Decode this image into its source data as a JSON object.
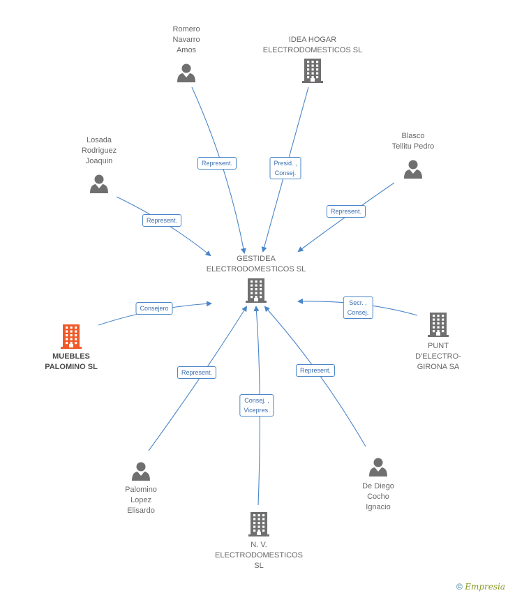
{
  "diagram": {
    "center": {
      "lines": [
        "GESTIDEA",
        "ELECTRODOMESTICOS SL"
      ],
      "icon": "building-icon"
    },
    "nodes": [
      {
        "id": "romero",
        "lines": [
          "Romero",
          "Navarro",
          "Amos"
        ],
        "icon": "person-icon"
      },
      {
        "id": "idea-hogar",
        "lines": [
          "IDEA HOGAR",
          "ELECTRODOMESTICOS SL"
        ],
        "icon": "building-icon"
      },
      {
        "id": "losada",
        "lines": [
          "Losada",
          "Rodriguez",
          "Joaquin"
        ],
        "icon": "person-icon"
      },
      {
        "id": "blasco",
        "lines": [
          "Blasco",
          "Tellitu Pedro"
        ],
        "icon": "person-icon"
      },
      {
        "id": "muebles",
        "lines": [
          "MUEBLES",
          "PALOMINO SL"
        ],
        "icon": "building-icon",
        "highlight": true
      },
      {
        "id": "punt",
        "lines": [
          "PUNT",
          "D'ELECTRO-",
          "GIRONA SA"
        ],
        "icon": "building-icon"
      },
      {
        "id": "palomino",
        "lines": [
          "Palomino",
          "Lopez",
          "Elisardo"
        ],
        "icon": "person-icon"
      },
      {
        "id": "nv",
        "lines": [
          "N. V.",
          "ELECTRODOMESTICOS",
          "SL"
        ],
        "icon": "building-icon"
      },
      {
        "id": "dediego",
        "lines": [
          "De Diego",
          "Cocho",
          "Ignacio"
        ],
        "icon": "person-icon"
      }
    ],
    "edges": [
      {
        "from": "romero",
        "lines": [
          "Represent."
        ]
      },
      {
        "from": "idea-hogar",
        "lines": [
          "Presid. ,",
          "Consej."
        ]
      },
      {
        "from": "losada",
        "lines": [
          "Represent."
        ]
      },
      {
        "from": "blasco",
        "lines": [
          "Represent."
        ]
      },
      {
        "from": "muebles",
        "lines": [
          "Consejero"
        ]
      },
      {
        "from": "punt",
        "lines": [
          "Secr. ,",
          "Consej."
        ]
      },
      {
        "from": "palomino",
        "lines": [
          "Represent."
        ]
      },
      {
        "from": "nv",
        "lines": [
          "Consej. ,",
          "Vicepres."
        ]
      },
      {
        "from": "dediego",
        "lines": [
          "Represent."
        ]
      }
    ]
  },
  "colors": {
    "edge": "#4a86c8",
    "icon": "#6f6f6f",
    "highlight": "#f05a28"
  },
  "footer": {
    "copyright": "©",
    "brand": "Empresia"
  }
}
